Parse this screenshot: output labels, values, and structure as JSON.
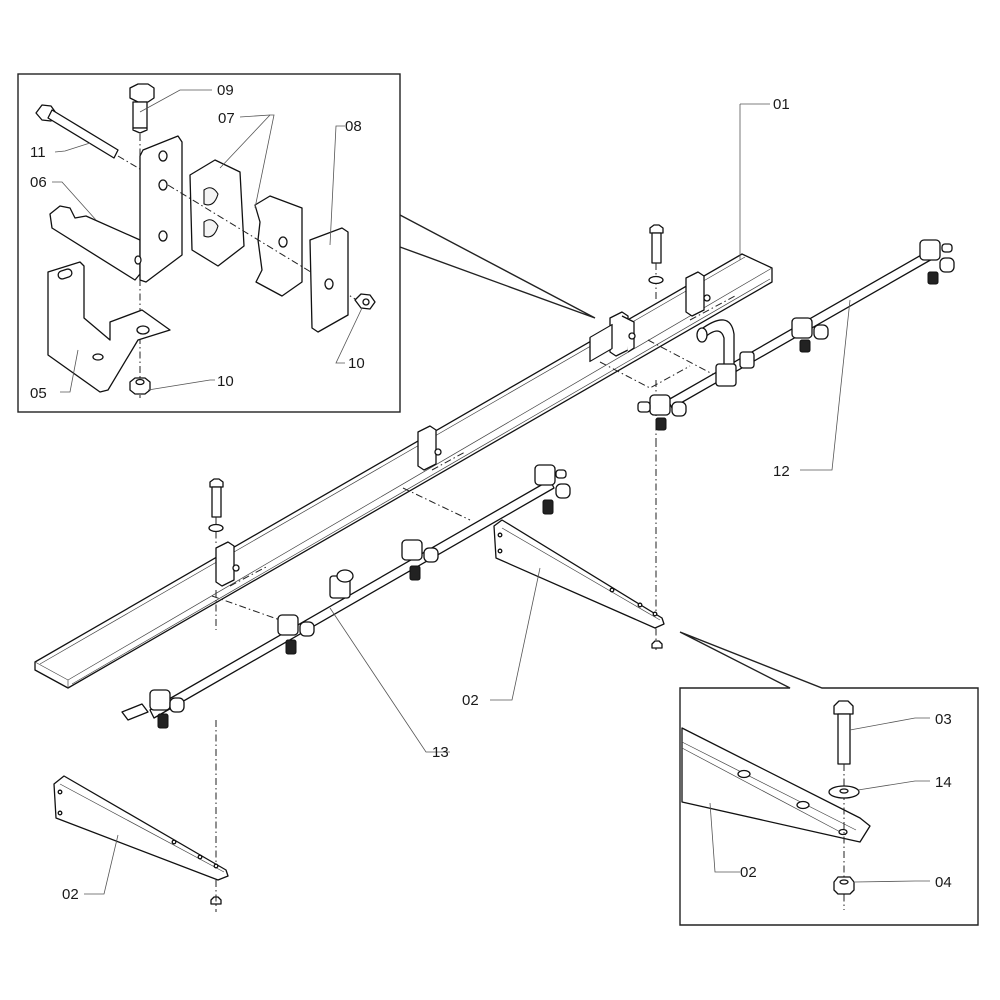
{
  "diagram": {
    "type": "exploded-parts-diagram",
    "colors": {
      "line": "#111111",
      "leader": "#555555",
      "background": "#ffffff"
    },
    "callouts": {
      "c01": "01",
      "c02_right": "02",
      "c02_left": "02",
      "c02_detail": "02",
      "c03": "03",
      "c04": "04",
      "c05": "05",
      "c06": "06",
      "c07": "07",
      "c08": "08",
      "c09": "09",
      "c10_bottom": "10",
      "c10_right": "10",
      "c11": "11",
      "c12": "12",
      "c13": "13",
      "c14": "14"
    }
  }
}
